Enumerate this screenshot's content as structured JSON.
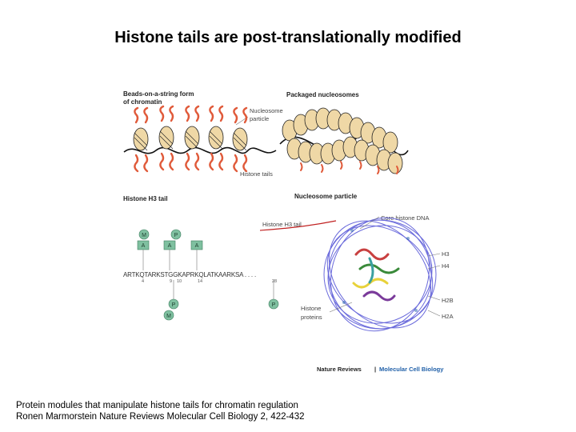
{
  "title": "Histone tails are post-translationally modified",
  "figure": {
    "panel_top_left": {
      "heading_line1": "Beads-on-a-string form",
      "heading_line2": "of chromatin"
    },
    "panel_top_right": {
      "heading": "Packaged nucleosomes"
    },
    "label_nucleosome_line1": "Nucleosome",
    "label_nucleosome_line2": "particle",
    "label_histone_tails": "Histone tails",
    "panel_bottom_left": {
      "heading": "Histone H3 tail",
      "sequence": "ARTKQTARKSTGGKAPRKQLATKAARKSA . . . .",
      "positions": [
        "4",
        "9",
        "10",
        "14",
        "28"
      ],
      "mark_M": "M",
      "mark_P": "P",
      "mark_A": "A"
    },
    "panel_bottom_right": {
      "heading": "Nucleosome particle",
      "label_h3_tail": "Histone H3 tail",
      "label_core_dna": "Core histone DNA",
      "label_h3": "H3",
      "label_h4": "H4",
      "label_h2b": "H2B",
      "label_h2a": "H2A",
      "label_histone_proteins_line1": "Histone",
      "label_histone_proteins_line2": "proteins"
    },
    "credit_journal": "Nature Reviews",
    "credit_separator": "|",
    "credit_section": "Molecular Cell Biology",
    "colors": {
      "tail_red": "#e05a3a",
      "bead_tan": "#efd8a6",
      "dna_blue": "#5a5ad8",
      "mark_green": "#7fc0a0",
      "credit_blue": "#1f5fa8"
    }
  },
  "caption": {
    "line1": "Protein modules that manipulate histone tails for chromatin regulation",
    "line2": "Ronen Marmorstein Nature Reviews Molecular Cell Biology 2, 422-432"
  }
}
